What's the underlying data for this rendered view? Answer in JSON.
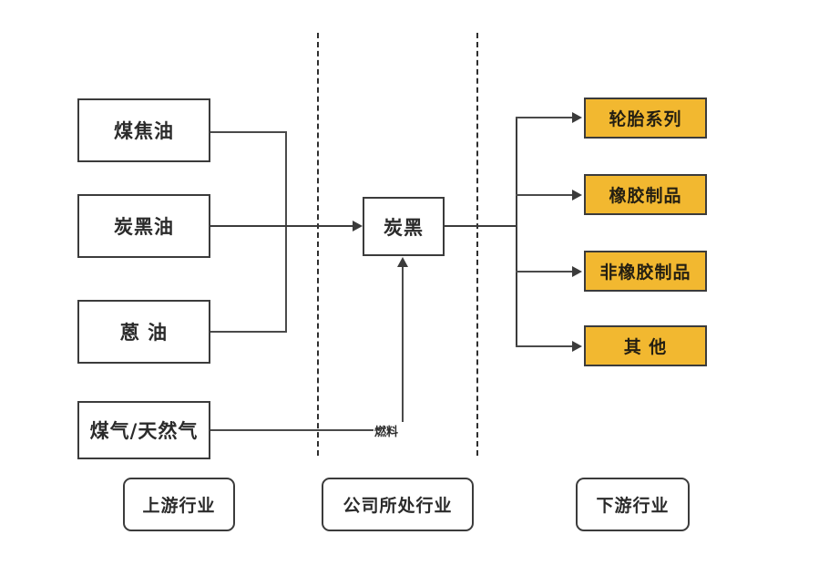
{
  "diagram": {
    "title": "",
    "type": "value-chain-flow",
    "colors": {
      "downstream_fill": "#f2b830",
      "stroke": "#3b3b3b",
      "text": "#2b2b2b",
      "background": "#ffffff"
    },
    "upstream": {
      "nodes": [
        {
          "label": "煤焦油"
        },
        {
          "label": "炭黑油"
        },
        {
          "label": "蒽  油"
        },
        {
          "label": "煤气/天然气"
        }
      ]
    },
    "core": {
      "nodes": [
        {
          "label": "炭黑"
        }
      ]
    },
    "downstream": {
      "nodes": [
        {
          "label": "轮胎系列"
        },
        {
          "label": "橡胶制品"
        },
        {
          "label": "非橡胶制品"
        },
        {
          "label": "其  他"
        }
      ]
    },
    "edges": {
      "fuel_label": "燃料"
    },
    "legend": {
      "items": [
        {
          "label": "上游行业"
        },
        {
          "label": "公司所处行业"
        },
        {
          "label": "下游行业"
        }
      ]
    }
  }
}
